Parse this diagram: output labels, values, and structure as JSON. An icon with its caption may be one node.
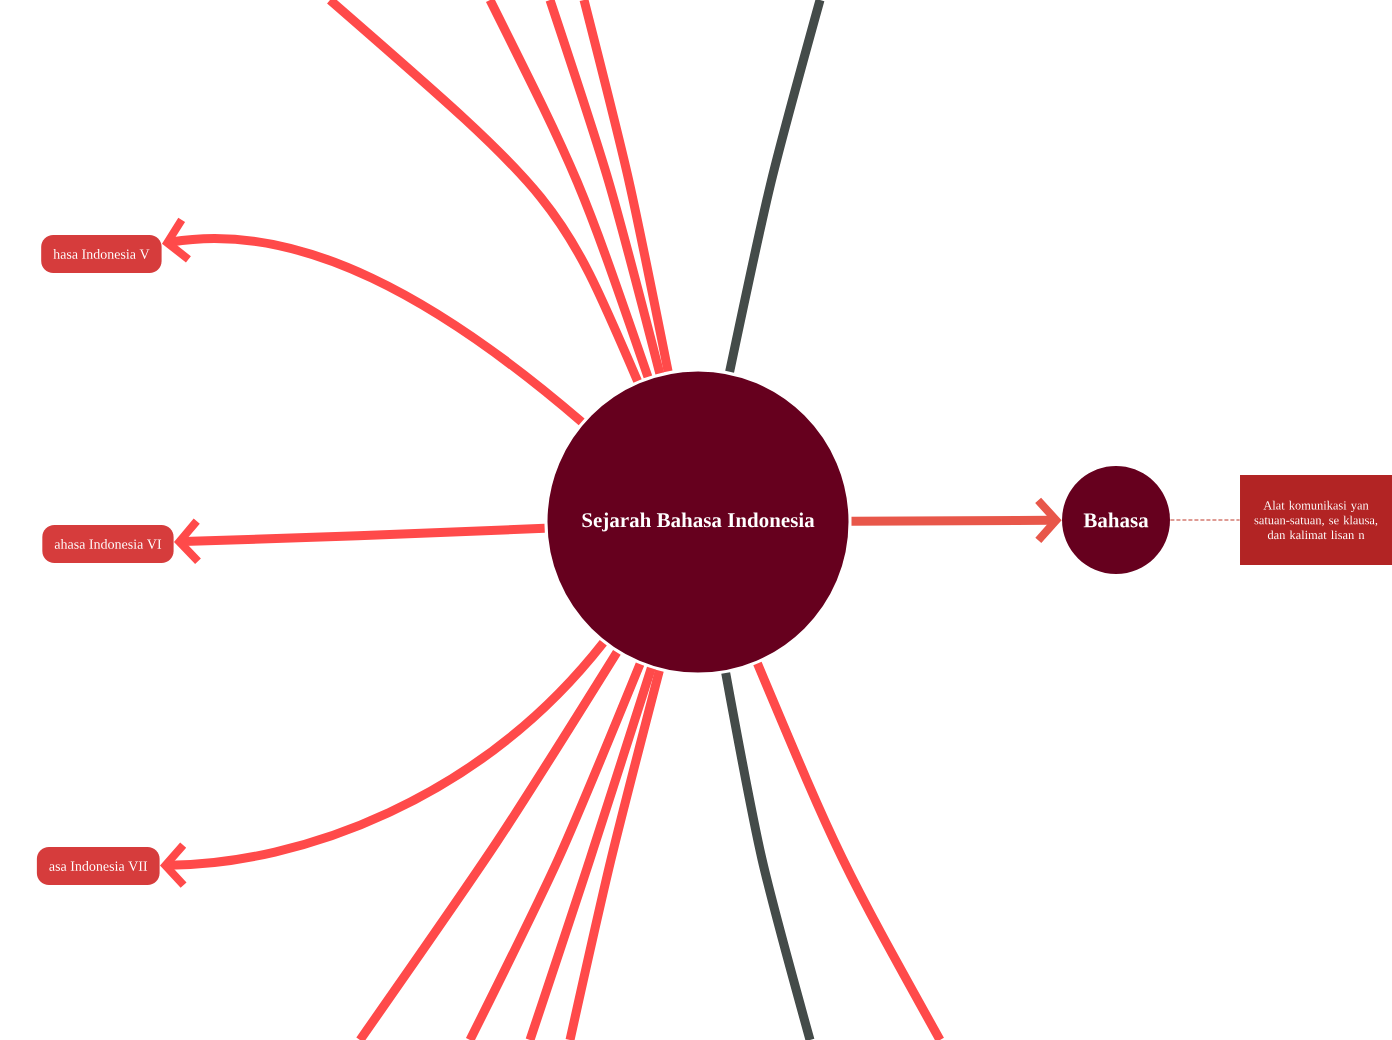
{
  "diagram": {
    "nodes": [
      {
        "text": [
          "Sejarah Bahasa Indonesia"
        ]
      },
      {
        "text": [
          "hasa Indonesia V"
        ]
      },
      {
        "text": [
          "ahasa Indonesia VI"
        ]
      },
      {
        "text": [
          "asa Indonesia VII"
        ]
      },
      {
        "text": [
          "Bahasa"
        ]
      },
      {
        "text": [
          "Alat komunikasi yan satuan-satuan, se klausa, dan kalimat lisan n"
        ]
      }
    ],
    "edges": [
      {
        "from": 0,
        "to": 1,
        "arrow": "to"
      },
      {
        "from": 0,
        "to": 2,
        "arrow": "to"
      },
      {
        "from": 0,
        "to": 3,
        "arrow": "to"
      },
      {
        "from": 0,
        "to": 4,
        "arrow": "to",
        "color": "#e8574a"
      },
      {
        "from": 4,
        "to": 5,
        "arrow": "none",
        "style": "dashed",
        "color": "#c0392b"
      },
      {
        "from": 0,
        "to": null,
        "arrow": "none"
      },
      {
        "from": 0,
        "to": null,
        "arrow": "none"
      },
      {
        "from": 0,
        "to": null,
        "arrow": "none"
      },
      {
        "from": 0,
        "to": null,
        "arrow": "none"
      },
      {
        "from": 0,
        "to": null,
        "arrow": "none",
        "color": "#444b49"
      },
      {
        "from": 0,
        "to": null,
        "arrow": "none"
      },
      {
        "from": 0,
        "to": null,
        "arrow": "none"
      },
      {
        "from": 0,
        "to": null,
        "arrow": "none"
      },
      {
        "from": 0,
        "to": null,
        "arrow": "none"
      },
      {
        "from": 0,
        "to": null,
        "arrow": "none",
        "color": "#444b49"
      },
      {
        "from": 0,
        "to": null,
        "arrow": "none"
      }
    ]
  }
}
